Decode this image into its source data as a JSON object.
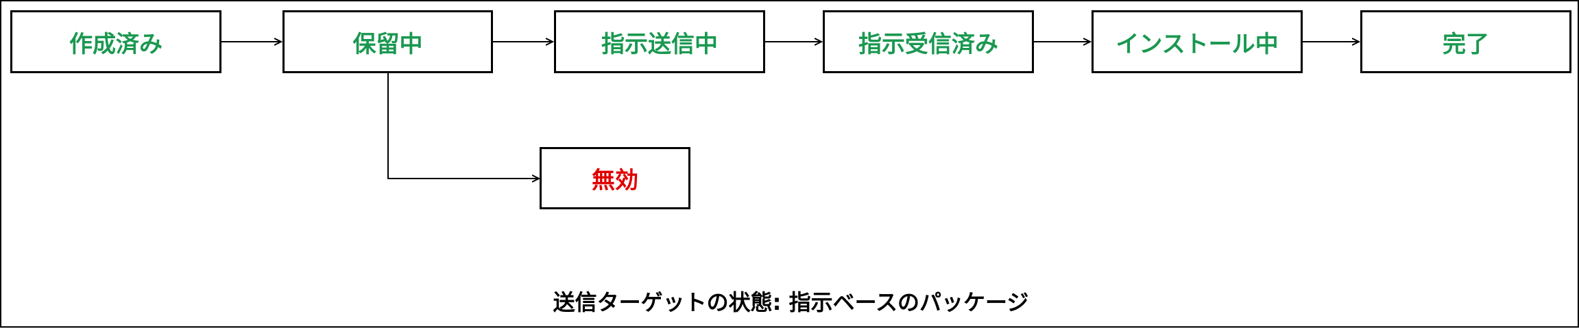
{
  "diagram": {
    "states": [
      {
        "id": "created",
        "label": "作成済み",
        "status": "normal"
      },
      {
        "id": "pending",
        "label": "保留中",
        "status": "normal"
      },
      {
        "id": "sending-instruction",
        "label": "指示送信中",
        "status": "normal"
      },
      {
        "id": "instruction-received",
        "label": "指示受信済み",
        "status": "normal"
      },
      {
        "id": "installing",
        "label": "インストール中",
        "status": "normal"
      },
      {
        "id": "completed",
        "label": "完了",
        "status": "normal"
      },
      {
        "id": "invalid",
        "label": "無効",
        "status": "error"
      }
    ],
    "transitions": [
      {
        "from": "created",
        "to": "pending"
      },
      {
        "from": "pending",
        "to": "sending-instruction"
      },
      {
        "from": "sending-instruction",
        "to": "instruction-received"
      },
      {
        "from": "instruction-received",
        "to": "installing"
      },
      {
        "from": "installing",
        "to": "completed"
      },
      {
        "from": "pending",
        "to": "invalid"
      }
    ],
    "caption": "送信ターゲットの状態: 指示ベースのパッケージ"
  },
  "colors": {
    "normal_text": "#1a9850",
    "error_text": "#e00000",
    "border": "#000000",
    "background": "#ffffff"
  }
}
